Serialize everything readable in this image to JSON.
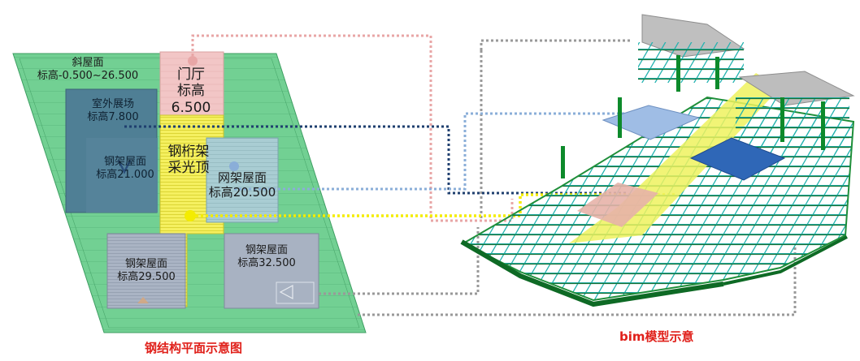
{
  "plan": {
    "caption": "钢结构平面示意图",
    "slope_roof": {
      "name": "斜屋面",
      "elev": "标高-0.500~26.500"
    },
    "outdoor_plaza": {
      "name": "室外展场",
      "elev": "标高7.800"
    },
    "steel_roof_21": {
      "name": "钢架屋面",
      "elev": "标高21.000"
    },
    "lobby": {
      "line1": "门厅",
      "line2": "标高",
      "line3": "6.500"
    },
    "truss_skylight": {
      "line1": "钢桁架",
      "line2": "采光顶"
    },
    "grid_roof": {
      "name": "网架屋面",
      "elev": "标高20.500"
    },
    "steel_roof_29": {
      "name": "钢架屋面",
      "elev": "标高29.500"
    },
    "steel_roof_32": {
      "name": "钢架屋面",
      "elev": "标高32.500"
    }
  },
  "model": {
    "caption": "bim模型示意"
  },
  "colors": {
    "slope_green": "#6fcf8f",
    "plaza_teal": "#4f7f95",
    "lobby_pink": "#f2c6c6",
    "truss_yellow": "#f5f060",
    "grid_blue": "#a9cdd3",
    "roof_gray": "#a8b2c2",
    "link_pink": "#e8a6a6",
    "link_gray": "#999999",
    "link_navy": "#1f3f6f",
    "link_lightblue": "#8aaed8",
    "link_yellow": "#f4ec00",
    "caption_red": "#e0201a"
  }
}
